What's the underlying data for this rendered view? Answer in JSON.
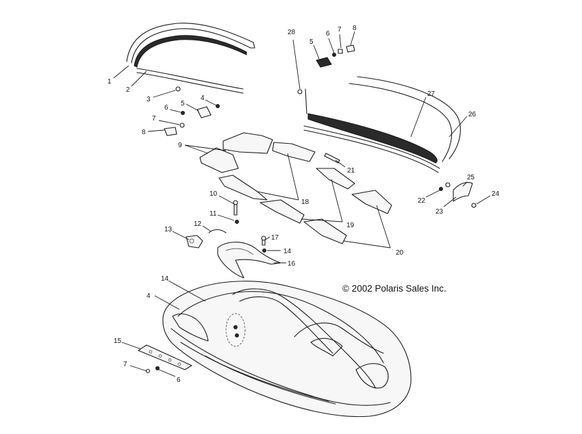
{
  "copyright": "© 2002 Polaris Sales Inc.",
  "callouts": {
    "c1": "1",
    "c2": "2",
    "c3": "3",
    "c4a": "4",
    "c5a": "5",
    "c6a": "6",
    "c7a": "7",
    "c8a": "8",
    "c9": "9",
    "c10": "10",
    "c11": "11",
    "c12": "12",
    "c13": "13",
    "c14a": "14",
    "c14b": "14",
    "c15": "15",
    "c16": "16",
    "c17": "17",
    "c18": "18",
    "c19": "19",
    "c20": "20",
    "c21": "21",
    "c22": "22",
    "c23": "23",
    "c24": "24",
    "c25": "25",
    "c26": "26",
    "c27": "27",
    "c28": "28",
    "c5b": "5",
    "c6b": "6",
    "c7b": "7",
    "c8b": "8",
    "c4b": "4",
    "c7c": "7",
    "c6c": "6"
  }
}
